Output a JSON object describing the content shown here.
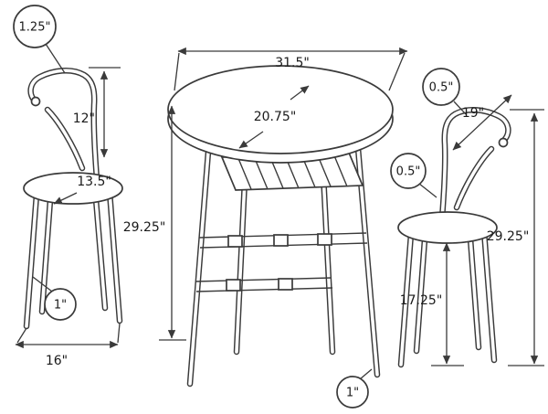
{
  "colors": {
    "line": "#3a3a3a",
    "background": "#ffffff",
    "text": "#1a1a1a"
  },
  "left_chair": {
    "tube_diameter": "1.25\"",
    "backrest_height": "12\"",
    "seat_diameter": "13.5\"",
    "leg_diameter": "1\"",
    "width": "16\""
  },
  "table": {
    "length": "31.5\"",
    "depth": "20.75\"",
    "height": "29.25\"",
    "leg_diameter": "1\""
  },
  "right_chair": {
    "frame_tube_diameter": "0.5\"",
    "backrest_width": "19\"",
    "support_tube_diameter": "0.5\"",
    "height": "29.25\"",
    "seat_height": "17.25\""
  }
}
